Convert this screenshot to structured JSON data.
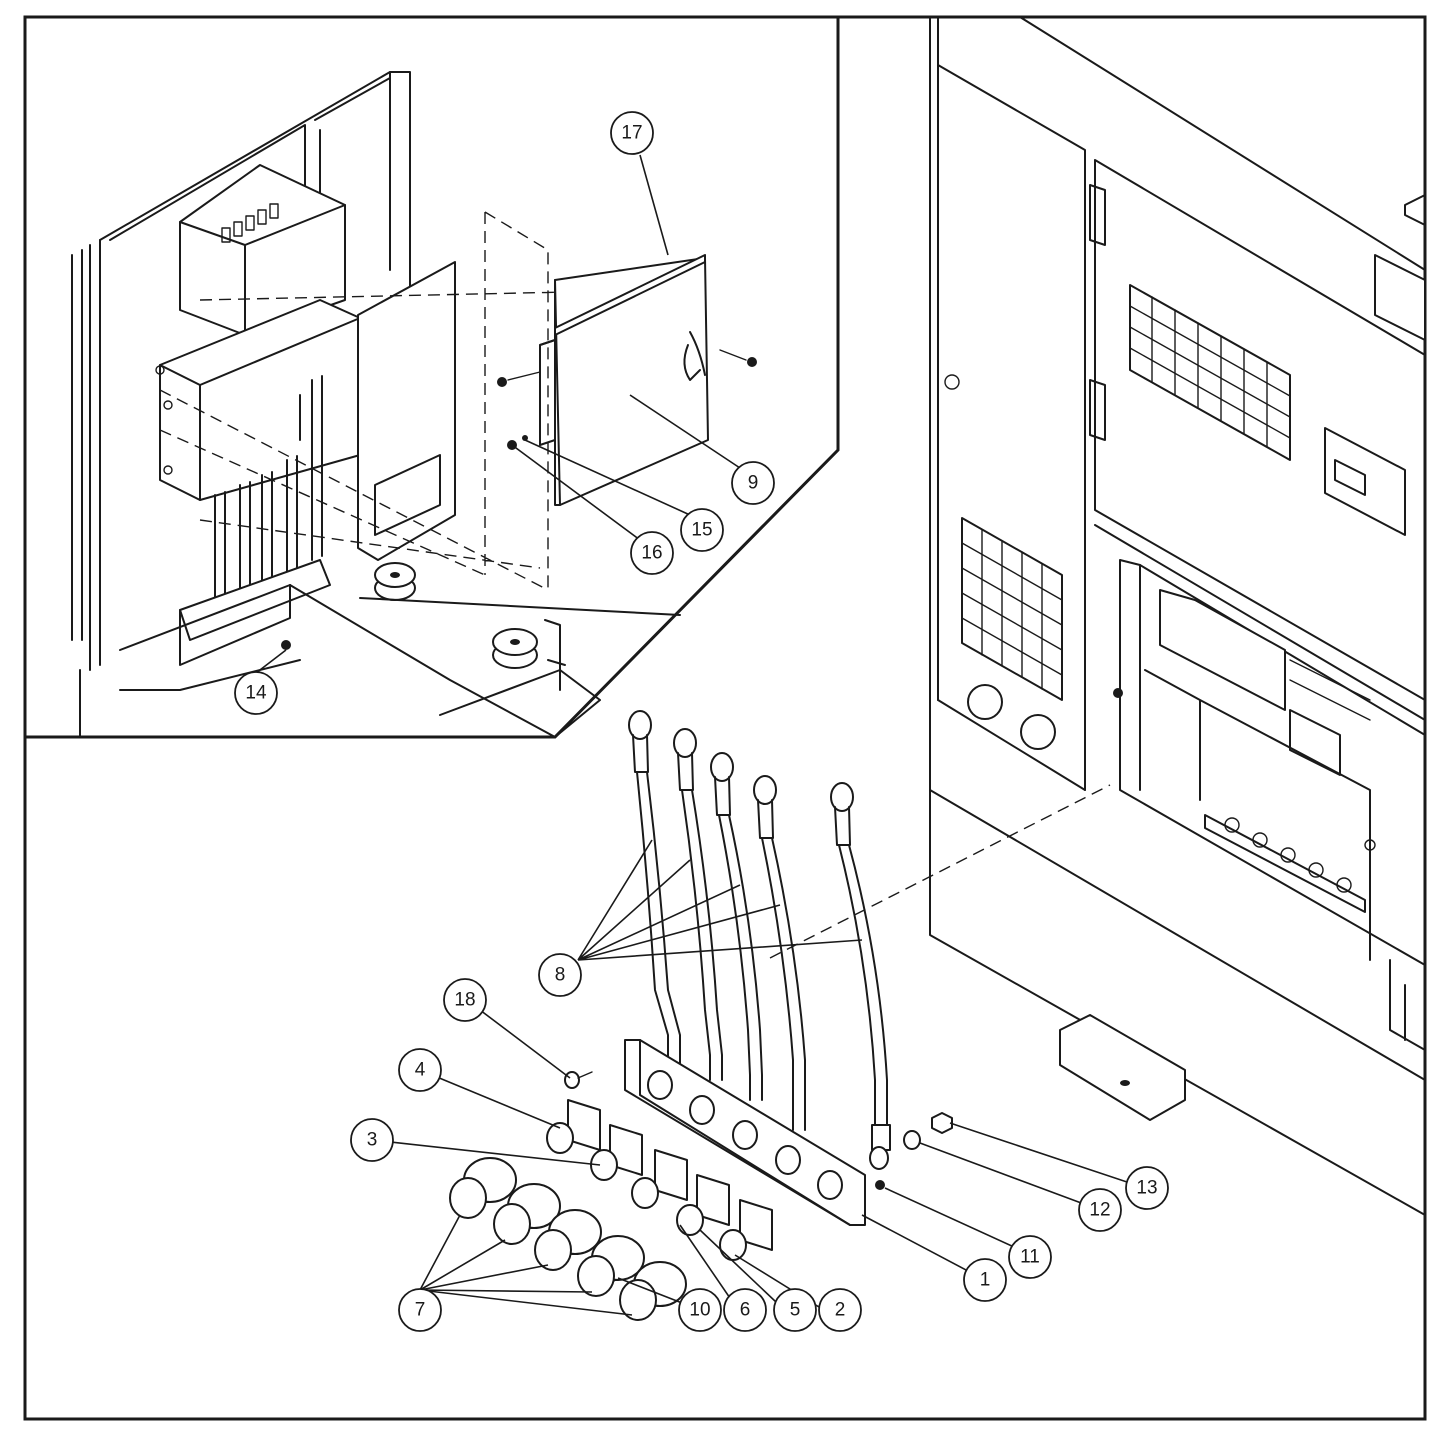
{
  "colors": {
    "ink": "#1a1a1a",
    "paper": "#ffffff"
  },
  "callouts": [
    {
      "id": "c1",
      "label": "1"
    },
    {
      "id": "c2",
      "label": "2"
    },
    {
      "id": "c3",
      "label": "3"
    },
    {
      "id": "c4",
      "label": "4"
    },
    {
      "id": "c5",
      "label": "5"
    },
    {
      "id": "c6",
      "label": "6"
    },
    {
      "id": "c7",
      "label": "7"
    },
    {
      "id": "c8",
      "label": "8"
    },
    {
      "id": "c9",
      "label": "9"
    },
    {
      "id": "c10",
      "label": "10"
    },
    {
      "id": "c11",
      "label": "11"
    },
    {
      "id": "c12",
      "label": "12"
    },
    {
      "id": "c13",
      "label": "13"
    },
    {
      "id": "c14",
      "label": "14"
    },
    {
      "id": "c15",
      "label": "15"
    },
    {
      "id": "c16",
      "label": "16"
    },
    {
      "id": "c17",
      "label": "17"
    },
    {
      "id": "c18",
      "label": "18"
    }
  ]
}
